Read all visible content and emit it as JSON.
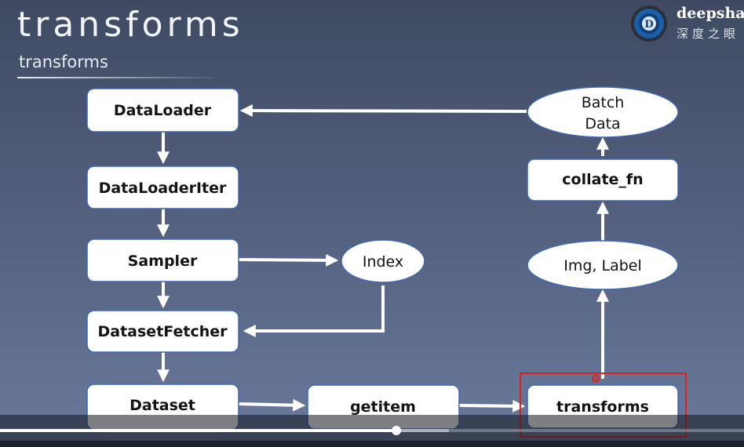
{
  "header": {
    "title": "transforms",
    "subtitle": "transforms"
  },
  "logo": {
    "text": "deepshar",
    "subtext": "深度之眼",
    "badge_letter": "D",
    "icon": "eye-logo-icon"
  },
  "diagram": {
    "nodes": {
      "dataloader": "DataLoader",
      "dataloaderiter": "DataLoaderIter",
      "sampler": "Sampler",
      "index": "Index",
      "datasetfetcher": "DatasetFetcher",
      "dataset": "Dataset",
      "getitem": "getitem",
      "transforms": "transforms",
      "img_label": "Img, Label",
      "collate_fn": "collate_fn",
      "batch_data_line1": "Batch",
      "batch_data_line2": "Data"
    },
    "highlight_color": "#e0201c",
    "node_fill": "#ffffff",
    "node_border": "#3e67b0",
    "arrow_color": "#ffffff"
  },
  "player": {
    "progress": 0.533
  }
}
